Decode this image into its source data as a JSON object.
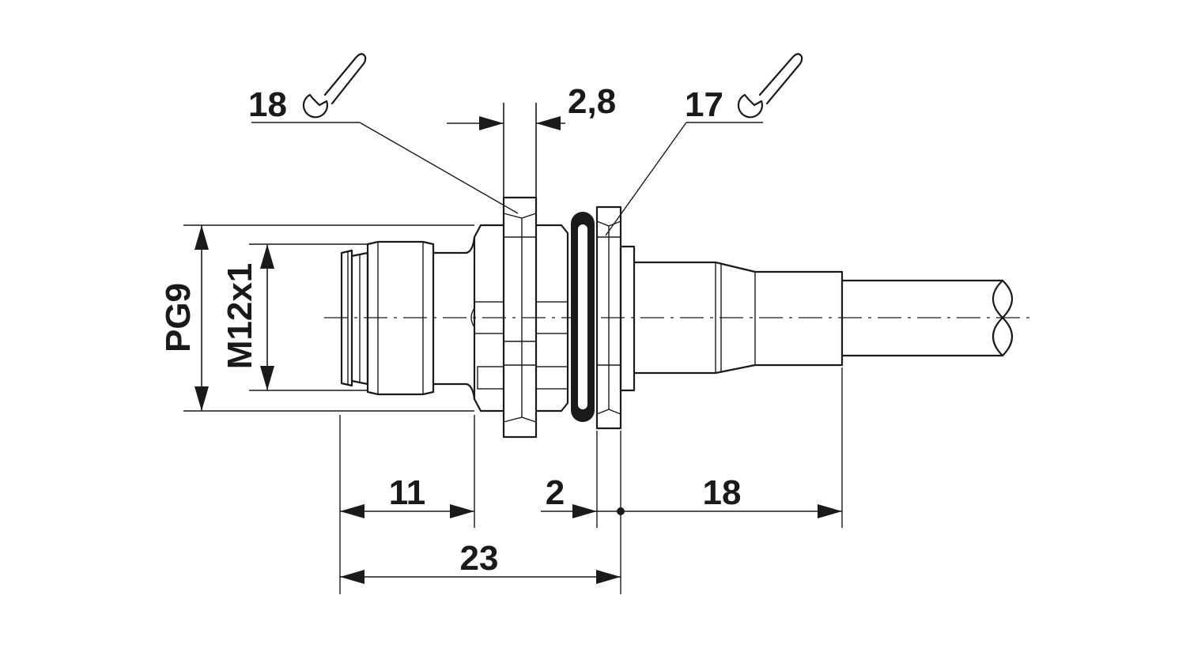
{
  "labels": {
    "wrench_left": "18",
    "wrench_right": "17",
    "nut_width": "2,8",
    "pg_thread": "PG9",
    "m_thread": "M12x1",
    "dim_front": "11",
    "dim_gap": "2",
    "dim_cable": "18",
    "dim_total": "23"
  },
  "icons": [
    "wrench-icon",
    "wrench-icon"
  ],
  "colors": {
    "line": "#1a1a1a",
    "background": "#ffffff"
  }
}
